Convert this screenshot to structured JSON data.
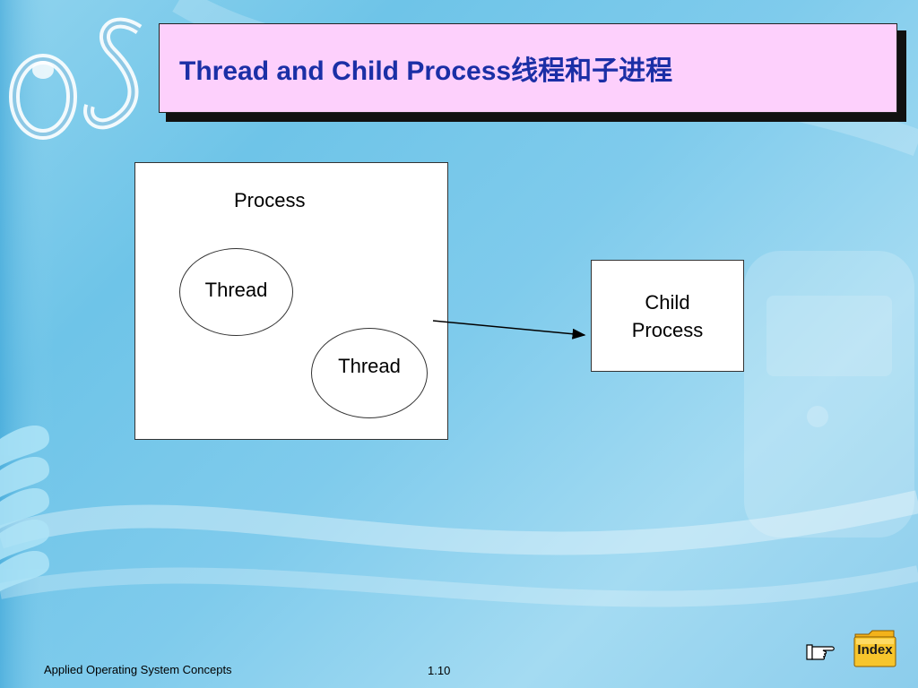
{
  "slide": {
    "title": "Thread and Child Process线程和子进程",
    "logo": "OS",
    "footer_text": "Applied Operating System Concepts",
    "page_number": "1.10"
  },
  "diagram": {
    "process_label": "Process",
    "threads": [
      "Thread",
      "Thread"
    ],
    "child_process_line1": "Child",
    "child_process_line2": "Process"
  },
  "nav": {
    "index_label": "Index",
    "hand_icon": "pointing-hand-icon"
  },
  "colors": {
    "title_background": "#fdd0fc",
    "title_text": "#1b2fa6",
    "slide_background": "#7fcbec"
  }
}
